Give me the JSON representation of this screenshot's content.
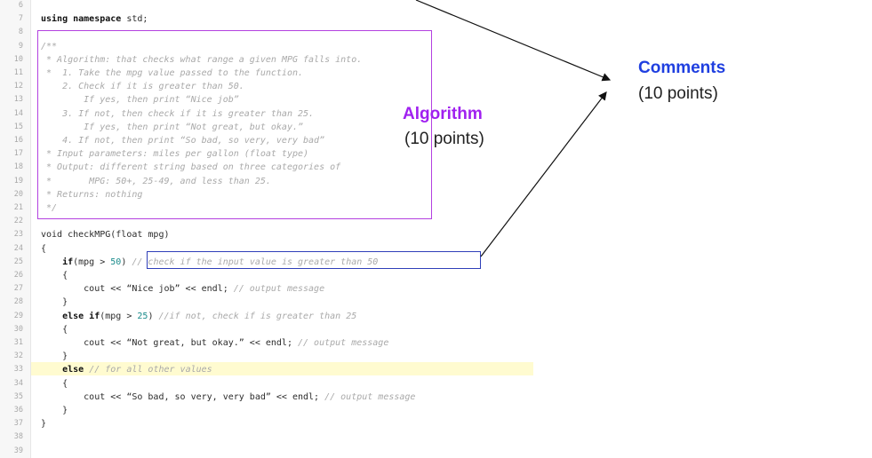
{
  "editor": {
    "lines": [
      {
        "n": "6",
        "t": []
      },
      {
        "n": "7",
        "t": [
          {
            "c": "kw",
            "s": "using namespace"
          },
          {
            "c": "",
            "s": " std;"
          }
        ]
      },
      {
        "n": "8",
        "t": []
      },
      {
        "n": "9",
        "t": [
          {
            "c": "cm",
            "s": "/**"
          }
        ]
      },
      {
        "n": "10",
        "t": [
          {
            "c": "cm",
            "s": " * Algorithm: that checks what range a given MPG falls into."
          }
        ]
      },
      {
        "n": "11",
        "t": [
          {
            "c": "cm",
            "s": " *  1. Take the mpg value passed to the function."
          }
        ]
      },
      {
        "n": "12",
        "t": [
          {
            "c": "cm",
            "s": "    2. Check if it is greater than 50."
          }
        ]
      },
      {
        "n": "13",
        "t": [
          {
            "c": "cm",
            "s": "        If yes, then print “Nice job”"
          }
        ]
      },
      {
        "n": "14",
        "t": [
          {
            "c": "cm",
            "s": "    3. If not, then check if it is greater than 25."
          }
        ]
      },
      {
        "n": "15",
        "t": [
          {
            "c": "cm",
            "s": "        If yes, then print “Not great, but okay.”"
          }
        ]
      },
      {
        "n": "16",
        "t": [
          {
            "c": "cm",
            "s": "    4. If not, then print “So bad, so very, very bad”"
          }
        ]
      },
      {
        "n": "17",
        "t": [
          {
            "c": "cm",
            "s": " * Input parameters: miles per gallon (float type)"
          }
        ]
      },
      {
        "n": "18",
        "t": [
          {
            "c": "cm",
            "s": " * Output: different string based on three categories of"
          }
        ]
      },
      {
        "n": "19",
        "t": [
          {
            "c": "cm",
            "s": " *       MPG: 50+, 25-49, and less than 25."
          }
        ]
      },
      {
        "n": "20",
        "t": [
          {
            "c": "cm",
            "s": " * Returns: nothing"
          }
        ]
      },
      {
        "n": "21",
        "t": [
          {
            "c": "cm",
            "s": " */"
          }
        ]
      },
      {
        "n": "22",
        "t": []
      },
      {
        "n": "23",
        "t": [
          {
            "c": "",
            "s": "void checkMPG(float mpg)"
          }
        ]
      },
      {
        "n": "24",
        "t": [
          {
            "c": "",
            "s": "{"
          }
        ]
      },
      {
        "n": "25",
        "t": [
          {
            "c": "kw",
            "s": "    if"
          },
          {
            "c": "",
            "s": "(mpg > "
          },
          {
            "c": "num",
            "s": "50"
          },
          {
            "c": "",
            "s": ") "
          },
          {
            "c": "cm",
            "s": "// check if the input value is greater than 50"
          }
        ]
      },
      {
        "n": "26",
        "t": [
          {
            "c": "",
            "s": "    {"
          }
        ]
      },
      {
        "n": "27",
        "t": [
          {
            "c": "",
            "s": "        cout << “Nice job” << endl; "
          },
          {
            "c": "cm",
            "s": "// output message"
          }
        ]
      },
      {
        "n": "28",
        "t": [
          {
            "c": "",
            "s": "    }"
          }
        ]
      },
      {
        "n": "29",
        "t": [
          {
            "c": "kw",
            "s": "    else if"
          },
          {
            "c": "",
            "s": "(mpg > "
          },
          {
            "c": "num",
            "s": "25"
          },
          {
            "c": "",
            "s": ") "
          },
          {
            "c": "cm",
            "s": "//if not, check if is greater than 25"
          }
        ]
      },
      {
        "n": "30",
        "t": [
          {
            "c": "",
            "s": "    {"
          }
        ]
      },
      {
        "n": "31",
        "t": [
          {
            "c": "",
            "s": "        cout << “Not great, but okay.” << endl; "
          },
          {
            "c": "cm",
            "s": "// output message"
          }
        ]
      },
      {
        "n": "32",
        "t": [
          {
            "c": "",
            "s": "    }"
          }
        ]
      },
      {
        "n": "33",
        "t": [
          {
            "c": "kw",
            "s": "    else"
          },
          {
            "c": "",
            "s": " "
          },
          {
            "c": "cm",
            "s": "// for all other values"
          }
        ]
      },
      {
        "n": "34",
        "t": [
          {
            "c": "",
            "s": "    {"
          }
        ]
      },
      {
        "n": "35",
        "t": [
          {
            "c": "",
            "s": "        cout << “So bad, so very, very bad” << endl; "
          },
          {
            "c": "cm",
            "s": "// output message"
          }
        ]
      },
      {
        "n": "36",
        "t": [
          {
            "c": "",
            "s": "    }"
          }
        ]
      },
      {
        "n": "37",
        "t": [
          {
            "c": "",
            "s": "}"
          }
        ]
      },
      {
        "n": "38",
        "t": []
      },
      {
        "n": "39",
        "t": []
      }
    ],
    "highlighted_line": "33"
  },
  "annotations": {
    "algorithm": {
      "title": "Algorithm",
      "points": "(10 points)",
      "color": "#a020f0"
    },
    "comments": {
      "title": "Comments",
      "points": "(10 points)",
      "color": "#1f3fe0"
    }
  }
}
